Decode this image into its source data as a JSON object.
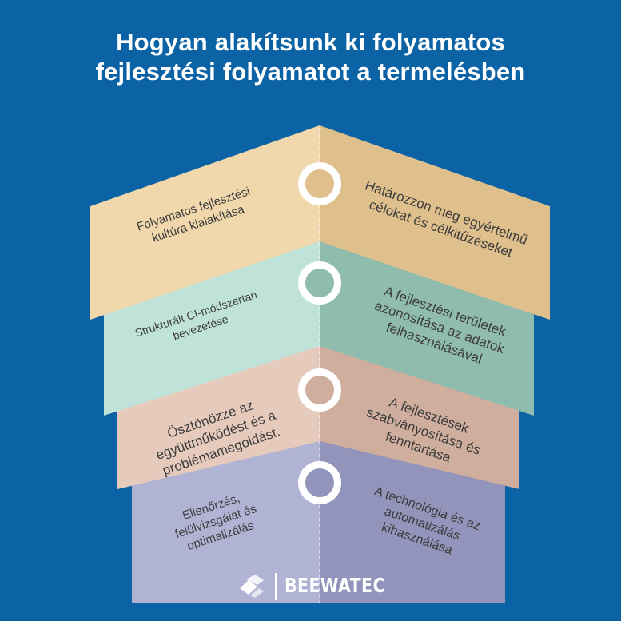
{
  "title": {
    "line1": "Hogyan alakítsunk ki folyamatos",
    "line2": "fejlesztési folyamatot a termelésben"
  },
  "steps": [
    {
      "left": [
        "Folyamatos fejlesztési",
        "kultúra kialakítása"
      ],
      "right": [
        "Határozzon meg egyértelmű",
        "célokat és célkitűzéseket"
      ],
      "color_left": "#f0d8ac",
      "color_right": "#dfc08d"
    },
    {
      "left": [
        "Strukturált CI-módszertan",
        "bevezetése"
      ],
      "right": [
        "A fejlesztési területek",
        "azonosítása az adatok",
        "felhasználásával"
      ],
      "color_left": "#bfe3d8",
      "color_right": "#8fbcad"
    },
    {
      "left": [
        "Ösztönözze az",
        "együttműködést és a",
        "problémamegoldást."
      ],
      "right": [
        "A fejlesztések",
        "szabványosítása és",
        "fenntartása"
      ],
      "color_left": "#e6cbbd",
      "color_right": "#cfae9d"
    },
    {
      "left": [
        "Ellenőrzés,",
        "felülvizsgálat és",
        "optimalizálás"
      ],
      "right": [
        "A technológia és az",
        "automatizálás",
        "kihasználása"
      ],
      "color_left": "#b1b3d4",
      "color_right": "#9294bb"
    }
  ],
  "logo": {
    "text": "BEEWATEC",
    "icon": "beewatec-logo-icon"
  },
  "colors": {
    "background": "#0b63a6",
    "ring": "#ffffff",
    "text": "#3c3c3c"
  }
}
